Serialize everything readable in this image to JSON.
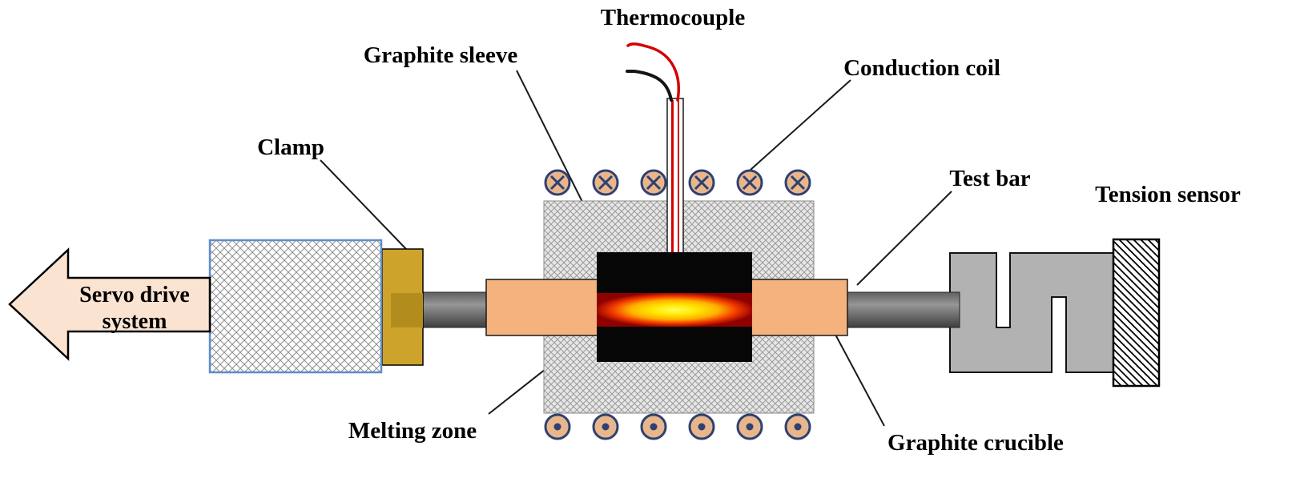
{
  "labels": {
    "thermocouple": "Thermocouple",
    "graphite_sleeve": "Graphite sleeve",
    "conduction_coil": "Conduction coil",
    "clamp": "Clamp",
    "test_bar": "Test bar",
    "tension_sensor": "Tension sensor",
    "melting_zone": "Melting zone",
    "graphite_crucible": "Graphite crucible",
    "servo_drive_line1": "Servo drive",
    "servo_drive_line2": "system"
  },
  "colors": {
    "arrow_fill": "#fbe3d1",
    "servo_block_stroke": "#5f8cc9",
    "clamp_fill": "#cda32b",
    "clamp_inner": "#b28d1e",
    "test_bar_light": "#969696",
    "test_bar_dark": "#3e3e3e",
    "crucible_tube_fill": "#f3b27e",
    "sleeve_fill": "#e7e7e7",
    "crucible_block_fill": "#060606",
    "melt_center": "#ffff55",
    "melt_edge": "#8f0000",
    "coil_fill": "#e9b68c",
    "coil_stroke": "#2e4170",
    "thermocouple_wire_red": "#d40000",
    "thermocouple_wire_black": "#141414",
    "sensor_fill": "#b2b2b2"
  },
  "coils": {
    "top_count": 6,
    "bottom_count": 6,
    "top_symbol": "current-into-page",
    "bottom_symbol": "current-out-of-page"
  }
}
